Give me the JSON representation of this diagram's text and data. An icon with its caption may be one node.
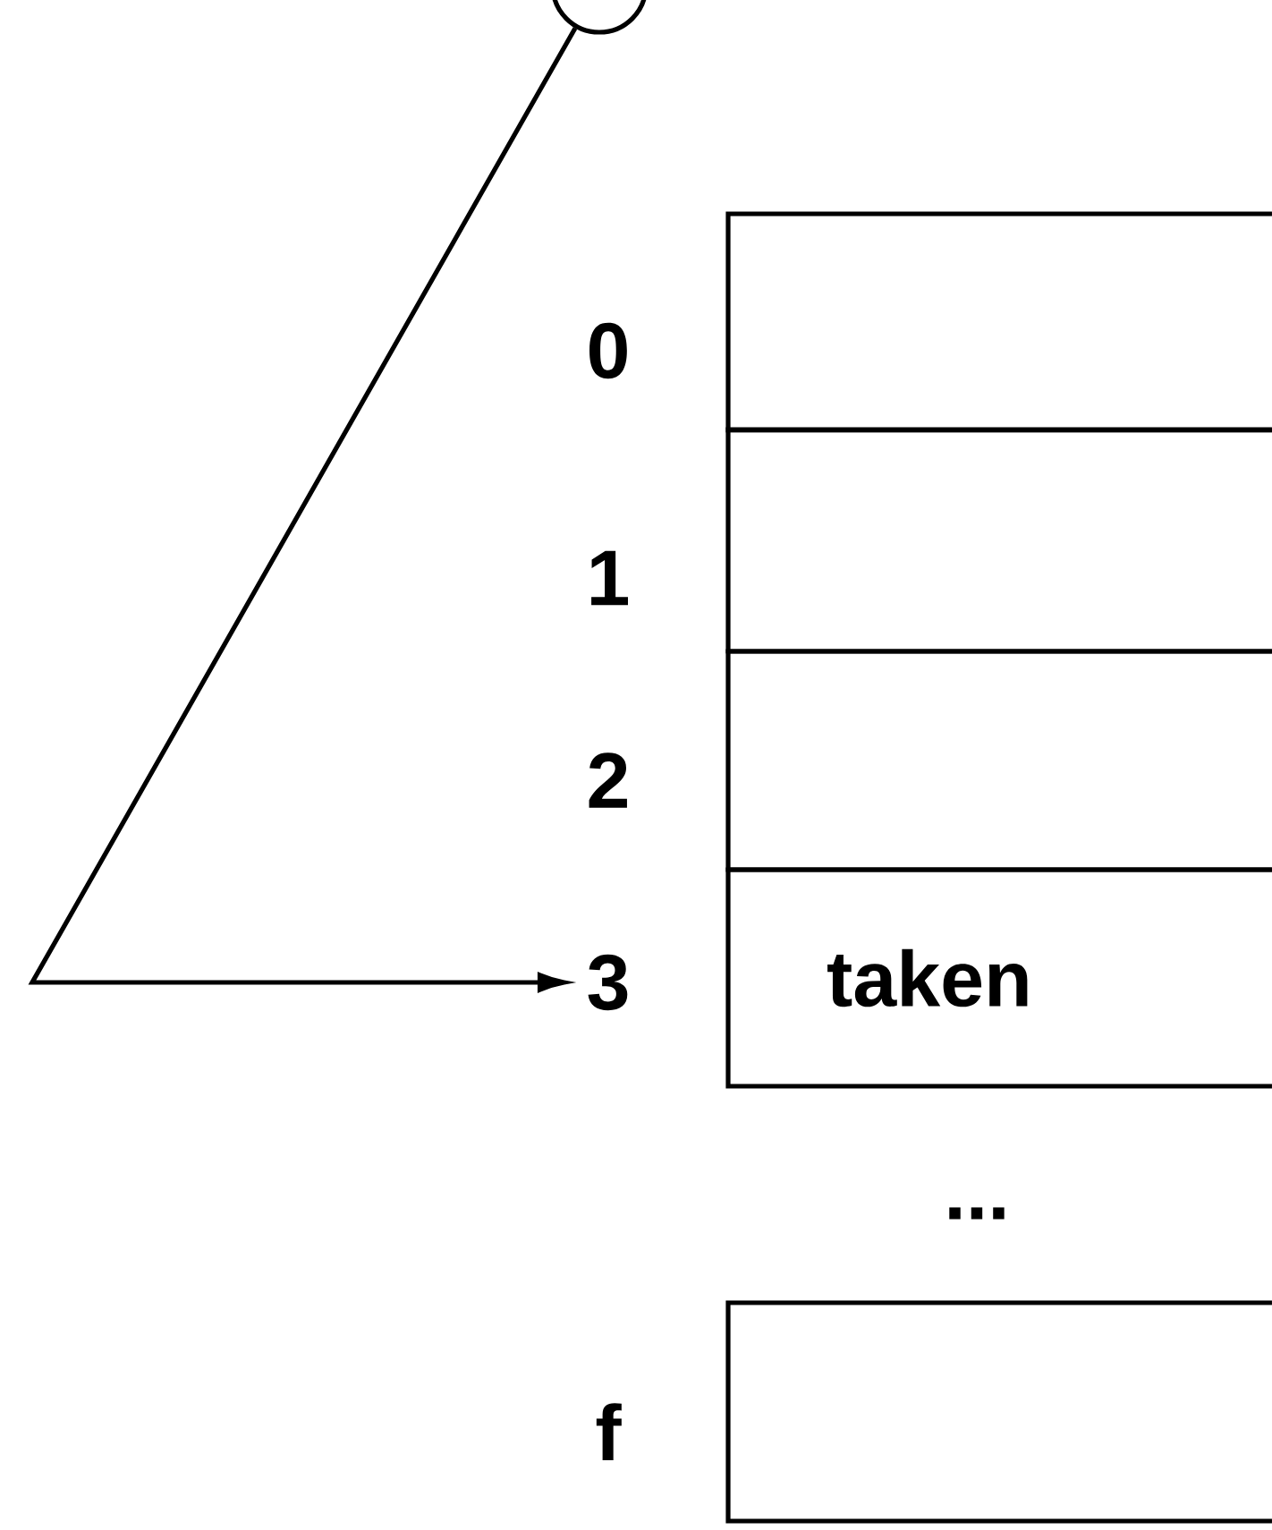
{
  "diagram": {
    "nodes": [
      {
        "text": [],
        "shape": "circle"
      },
      {
        "text": [],
        "shape": "box"
      },
      {
        "text": [],
        "shape": "box"
      },
      {
        "text": [],
        "shape": "box"
      },
      {
        "text": [
          "3"
        ]
      },
      {
        "text": [
          "taken"
        ]
      },
      {
        "text": [],
        "shape": "box"
      }
    ],
    "edges": [
      {
        "from": 0,
        "to": 4,
        "arrow": "to"
      }
    ],
    "labels": [
      "0",
      "1",
      "2",
      "...",
      "f"
    ]
  }
}
